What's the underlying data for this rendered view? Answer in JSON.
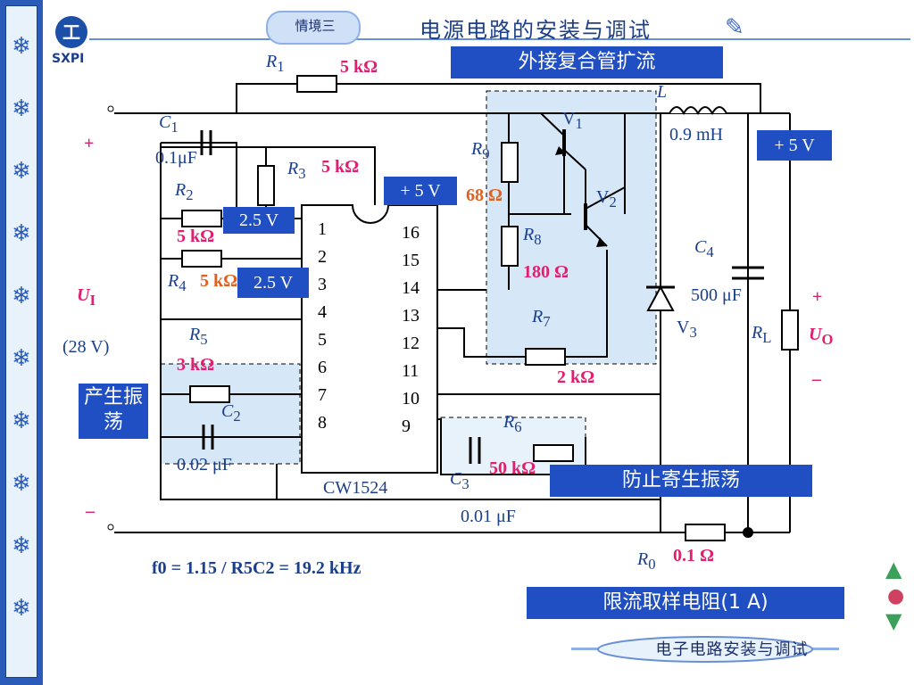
{
  "header": {
    "logo_glyph": "工",
    "logo_text": "SXPI",
    "section_pill": "情境三",
    "title": "电源电路的安装与调试"
  },
  "banners": {
    "external": "外接复合管扩流",
    "anti_osc": "防止寄生振荡",
    "oscillation": "产生振荡",
    "sampling": "限流取样电阻(1  A)"
  },
  "voltage_boxes": {
    "plus5_top": "+ 5 V",
    "plus5_right": "+ 5 V",
    "v25_a": "2.5 V",
    "v25_b": "2.5 V"
  },
  "components": {
    "R1": {
      "name": "R",
      "sub": "1",
      "value": "5 kΩ"
    },
    "R2": {
      "name": "R",
      "sub": "2",
      "value": "5 kΩ"
    },
    "R3": {
      "name": "R",
      "sub": "3",
      "value": "5 kΩ"
    },
    "R4": {
      "name": "R",
      "sub": "4",
      "value": "5 kΩ"
    },
    "R5": {
      "name": "R",
      "sub": "5",
      "value": "3 kΩ"
    },
    "R6": {
      "name": "R",
      "sub": "6",
      "value": "50 kΩ"
    },
    "R7": {
      "name": "R",
      "sub": "7",
      "value": "2 kΩ"
    },
    "R8": {
      "name": "R",
      "sub": "8",
      "value": "180 Ω"
    },
    "R9": {
      "name": "R",
      "sub": "9",
      "value": "68 Ω"
    },
    "R0": {
      "name": "R",
      "sub": "0",
      "value": "0.1 Ω"
    },
    "RL": {
      "name": "R",
      "sub": "L"
    },
    "C1": {
      "name": "C",
      "sub": "1",
      "value": "0.1μF"
    },
    "C2": {
      "name": "C",
      "sub": "2",
      "value": "0.02 μF"
    },
    "C3": {
      "name": "C",
      "sub": "3",
      "value": "0.01 μF"
    },
    "C4": {
      "name": "C",
      "sub": "4",
      "value": "500 μF"
    },
    "L": {
      "name": "L",
      "value": "0.9 mH"
    },
    "V1": {
      "name": "V",
      "sub": "1"
    },
    "V2": {
      "name": "V",
      "sub": "2"
    },
    "V3": {
      "name": "V",
      "sub": "3"
    }
  },
  "ic": {
    "name": "CW1524",
    "left_pins": [
      "1",
      "2",
      "3",
      "4",
      "5",
      "6",
      "7",
      "8"
    ],
    "right_pins": [
      "16",
      "15",
      "14",
      "13",
      "12",
      "11",
      "10",
      "9"
    ]
  },
  "input": {
    "name": "U",
    "sub": "I",
    "value": "(28 V)",
    "plus": "+",
    "minus": "–"
  },
  "output": {
    "name": "U",
    "sub": "O",
    "plus": "+",
    "minus": "–"
  },
  "formula": {
    "text": "f0 = 1.15 / R5C2 = 19.2 kHz"
  },
  "footer": {
    "label": "电子电路安装与调试"
  },
  "colors": {
    "banner": "#1f4fc2",
    "accent_red": "#e0206e",
    "highlight": "#d6e8f7",
    "wire": "#000000"
  }
}
